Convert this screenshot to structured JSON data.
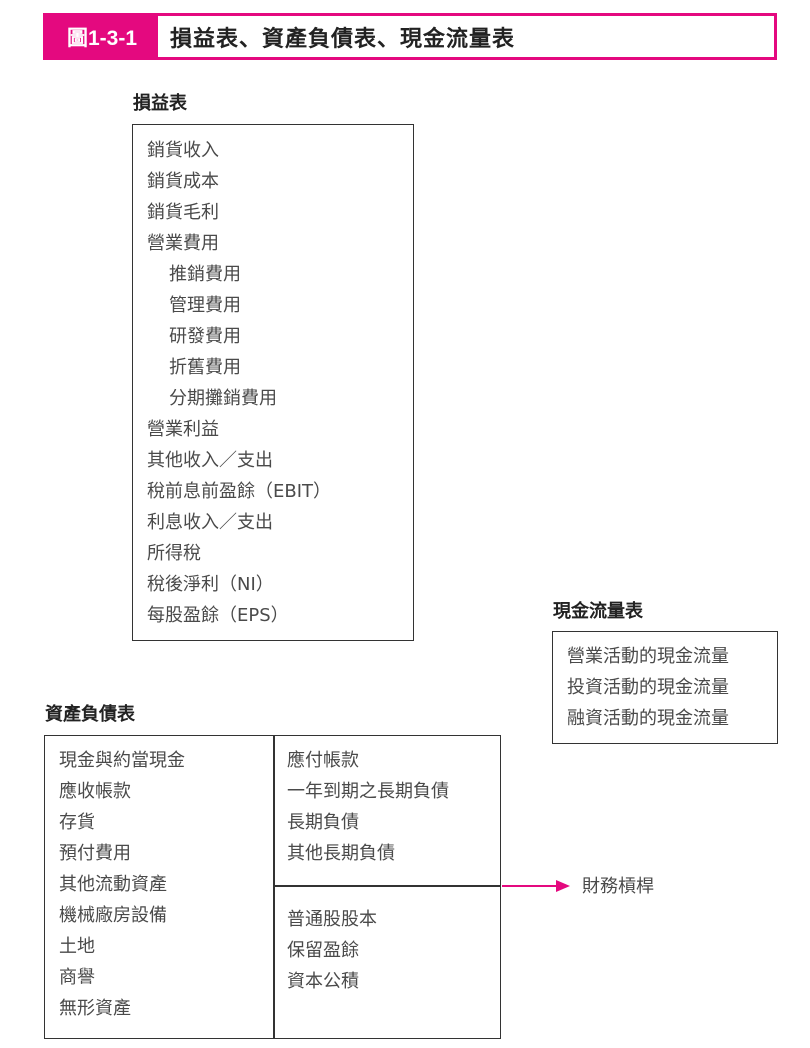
{
  "figure": {
    "number": "圖1-3-1",
    "title": "損益表、資產負債表、現金流量表",
    "accent_color": "#e4097f"
  },
  "income_statement": {
    "title": "損益表",
    "items": [
      {
        "label": "銷貨收入",
        "indent": false
      },
      {
        "label": "銷貨成本",
        "indent": false
      },
      {
        "label": "銷貨毛利",
        "indent": false
      },
      {
        "label": "營業費用",
        "indent": false
      },
      {
        "label": "推銷費用",
        "indent": true
      },
      {
        "label": "管理費用",
        "indent": true
      },
      {
        "label": "研發費用",
        "indent": true
      },
      {
        "label": "折舊費用",
        "indent": true
      },
      {
        "label": "分期攤銷費用",
        "indent": true
      },
      {
        "label": "營業利益",
        "indent": false
      },
      {
        "label": "其他收入／支出",
        "indent": false
      },
      {
        "label": "稅前息前盈餘（EBIT）",
        "indent": false
      },
      {
        "label": "利息收入／支出",
        "indent": false
      },
      {
        "label": "所得稅",
        "indent": false
      },
      {
        "label": "稅後淨利（NI）",
        "indent": false
      },
      {
        "label": "每股盈餘（EPS）",
        "indent": false
      }
    ]
  },
  "cash_flow_statement": {
    "title": "現金流量表",
    "items": [
      "營業活動的現金流量",
      "投資活動的現金流量",
      "融資活動的現金流量"
    ]
  },
  "balance_sheet": {
    "title": "資產負債表",
    "assets": [
      "現金與約當現金",
      "應收帳款",
      "存貨",
      "預付費用",
      "其他流動資產",
      "機械廠房設備",
      "土地",
      "商譽",
      "無形資產"
    ],
    "liabilities": [
      "應付帳款",
      "一年到期之長期負債",
      "長期負債",
      "其他長期負債"
    ],
    "equity": [
      "普通股股本",
      "保留盈餘",
      "資本公積"
    ]
  },
  "annotation": {
    "label": "財務槓桿"
  }
}
